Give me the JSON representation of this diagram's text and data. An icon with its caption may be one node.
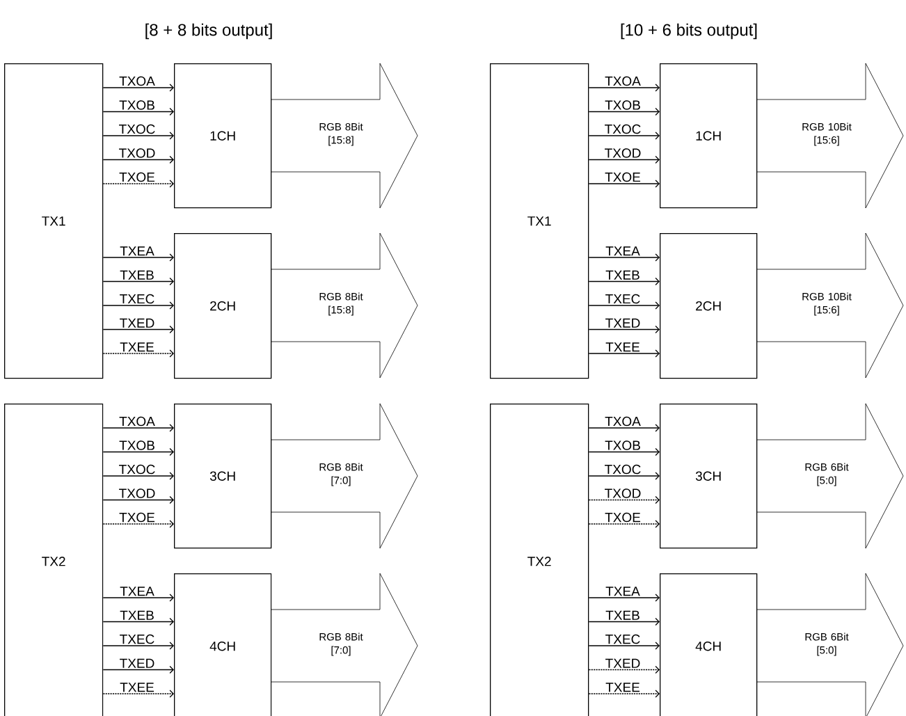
{
  "diagram": {
    "nodes": [
      {
        "text": [
          "TX1"
        ]
      },
      {
        "text": [
          "1CH"
        ]
      },
      {
        "text": [
          "RGB 8Bit [15:8]"
        ]
      },
      {
        "text": [
          "2CH"
        ]
      },
      {
        "text": [
          "RGB 8Bit [15:8]"
        ]
      },
      {
        "text": [
          "TX2"
        ]
      },
      {
        "text": [
          "3CH"
        ]
      },
      {
        "text": [
          "RGB 8Bit [7:0]"
        ]
      },
      {
        "text": [
          "4CH"
        ]
      },
      {
        "text": [
          "RGB 8Bit [7:0]"
        ]
      },
      {
        "text": [
          "TX1"
        ]
      },
      {
        "text": [
          "1CH"
        ]
      },
      {
        "text": [
          "RGB 10Bit [15:6]"
        ]
      },
      {
        "text": [
          "2CH"
        ]
      },
      {
        "text": [
          "RGB 10Bit [15:6]"
        ]
      },
      {
        "text": [
          "TX2"
        ]
      },
      {
        "text": [
          "3CH"
        ]
      },
      {
        "text": [
          "RGB 6Bit [5:0]"
        ]
      },
      {
        "text": [
          "4CH"
        ]
      },
      {
        "text": [
          "RGB 6Bit [5:0]"
        ]
      }
    ],
    "edges": [
      {
        "from": 0,
        "to": 1,
        "arrow": "to",
        "label": "TXOA"
      },
      {
        "from": 0,
        "to": 1,
        "arrow": "to",
        "label": "TXOB"
      },
      {
        "from": 0,
        "to": 1,
        "arrow": "to",
        "label": "TXOC"
      },
      {
        "from": 0,
        "to": 1,
        "arrow": "to",
        "label": "TXOD"
      },
      {
        "from": 0,
        "to": 1,
        "arrow": "to",
        "label": "TXOE",
        "style": "dashed"
      },
      {
        "from": 0,
        "to": 3,
        "arrow": "to",
        "label": "TXEA"
      },
      {
        "from": 0,
        "to": 3,
        "arrow": "to",
        "label": "TXEB"
      },
      {
        "from": 0,
        "to": 3,
        "arrow": "to",
        "label": "TXEC"
      },
      {
        "from": 0,
        "to": 3,
        "arrow": "to",
        "label": "TXED"
      },
      {
        "from": 0,
        "to": 3,
        "arrow": "to",
        "label": "TXEE",
        "style": "dashed"
      },
      {
        "from": 5,
        "to": 6,
        "arrow": "to",
        "label": "TXOA"
      },
      {
        "from": 5,
        "to": 6,
        "arrow": "to",
        "label": "TXOB"
      },
      {
        "from": 5,
        "to": 6,
        "arrow": "to",
        "label": "TXOC"
      },
      {
        "from": 5,
        "to": 6,
        "arrow": "to",
        "label": "TXOD"
      },
      {
        "from": 5,
        "to": 6,
        "arrow": "to",
        "label": "TXOE",
        "style": "dashed"
      },
      {
        "from": 5,
        "to": 8,
        "arrow": "to",
        "label": "TXEA"
      },
      {
        "from": 5,
        "to": 8,
        "arrow": "to",
        "label": "TXEB"
      },
      {
        "from": 5,
        "to": 8,
        "arrow": "to",
        "label": "TXEC"
      },
      {
        "from": 5,
        "to": 8,
        "arrow": "to",
        "label": "TXED"
      },
      {
        "from": 5,
        "to": 8,
        "arrow": "to",
        "label": "TXEE",
        "style": "dashed"
      },
      {
        "from": 10,
        "to": 11,
        "arrow": "to",
        "label": "TXOA"
      },
      {
        "from": 10,
        "to": 11,
        "arrow": "to",
        "label": "TXOB"
      },
      {
        "from": 10,
        "to": 11,
        "arrow": "to",
        "label": "TXOC"
      },
      {
        "from": 10,
        "to": 11,
        "arrow": "to",
        "label": "TXOD"
      },
      {
        "from": 10,
        "to": 11,
        "arrow": "to",
        "label": "TXOE"
      },
      {
        "from": 10,
        "to": 13,
        "arrow": "to",
        "label": "TXEA"
      },
      {
        "from": 10,
        "to": 13,
        "arrow": "to",
        "label": "TXEB"
      },
      {
        "from": 10,
        "to": 13,
        "arrow": "to",
        "label": "TXEC"
      },
      {
        "from": 10,
        "to": 13,
        "arrow": "to",
        "label": "TXED"
      },
      {
        "from": 10,
        "to": 13,
        "arrow": "to",
        "label": "TXEE"
      },
      {
        "from": 15,
        "to": 16,
        "arrow": "to",
        "label": "TXOA"
      },
      {
        "from": 15,
        "to": 16,
        "arrow": "to",
        "label": "TXOB"
      },
      {
        "from": 15,
        "to": 16,
        "arrow": "to",
        "label": "TXOC"
      },
      {
        "from": 15,
        "to": 16,
        "arrow": "to",
        "label": "TXOD",
        "style": "dashed"
      },
      {
        "from": 15,
        "to": 16,
        "arrow": "to",
        "label": "TXOE",
        "style": "dashed"
      },
      {
        "from": 15,
        "to": 18,
        "arrow": "to",
        "label": "TXEA"
      },
      {
        "from": 15,
        "to": 18,
        "arrow": "to",
        "label": "TXEB"
      },
      {
        "from": 15,
        "to": 18,
        "arrow": "to",
        "label": "TXEC"
      },
      {
        "from": 15,
        "to": 18,
        "arrow": "to",
        "label": "TXED",
        "style": "dashed"
      },
      {
        "from": 15,
        "to": 18,
        "arrow": "to",
        "label": "TXEE",
        "style": "dashed"
      }
    ],
    "labels": [
      "[8 + 8 bits output]",
      "[10 + 6 bits output]"
    ]
  }
}
